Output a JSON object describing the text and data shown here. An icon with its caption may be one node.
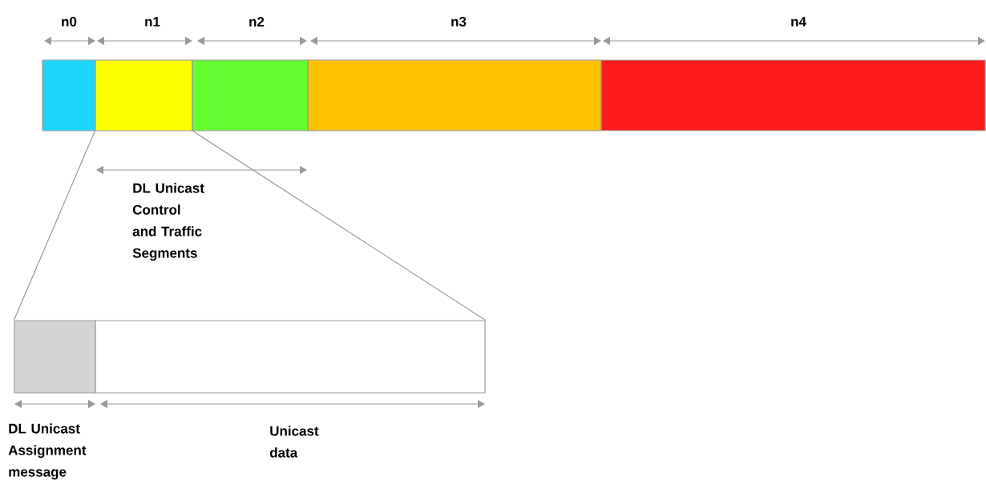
{
  "diagram": {
    "nodes": [
      {
        "text": [],
        "shape": "box"
      },
      {
        "text": [],
        "shape": "box"
      },
      {
        "text": [],
        "shape": "box"
      },
      {
        "text": [],
        "shape": "box"
      },
      {
        "text": [],
        "shape": "box"
      },
      {
        "text": [],
        "shape": "box"
      },
      {
        "text": [],
        "shape": "box"
      }
    ],
    "edges": [
      {
        "from": 1,
        "to": 5,
        "arrow": "none"
      },
      {
        "from": 1,
        "to": 6,
        "arrow": "none"
      }
    ],
    "labels": [
      "n0",
      "n1",
      "n2",
      "n3",
      "n4",
      "DL Unicast Control and Traffic Segments",
      "DL Unicast Assignment message",
      "Unicast data"
    ]
  }
}
